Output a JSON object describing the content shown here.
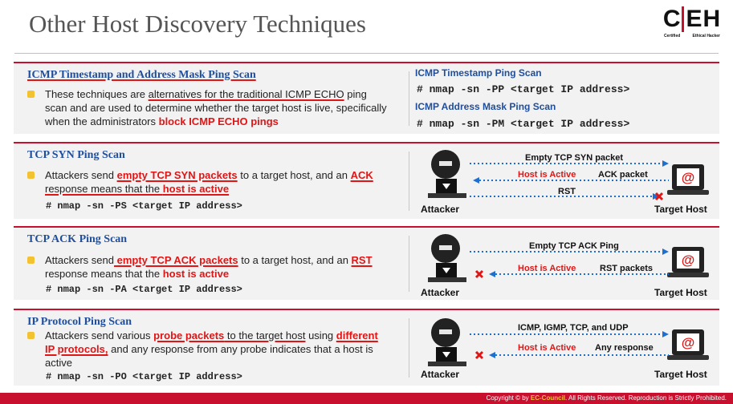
{
  "header": {
    "title": "Other Host Discovery Techniques"
  },
  "logo": {
    "c": "C",
    "eh": "EH",
    "certified": "Certified",
    "ethical_hacker": "Ethical Hacker"
  },
  "panels": [
    {
      "title": "ICMP Timestamp and Address Mask Ping Scan",
      "text_parts": [
        "These techniques are ",
        "alternatives for the traditional ICMP ECHO",
        " ping scan and are used to determine whether the target host is live, specifically when the administrators ",
        "block ICMP ECHO pings"
      ],
      "right": {
        "label1": "ICMP Timestamp Ping Scan",
        "cmd1": "# nmap -sn -PP <target IP address>",
        "label2": "ICMP Address Mask Ping Scan",
        "cmd2": "# nmap -sn -PM <target IP address>"
      }
    },
    {
      "title": "TCP SYN Ping Scan",
      "text_parts": [
        "Attackers send ",
        "empty TCP SYN packets",
        " to a target host, and an ",
        "ACK",
        " response means that the ",
        "host is active"
      ],
      "cmd": "# nmap -sn -PS <target IP address>",
      "diagram": {
        "attacker": "Attacker",
        "target": "Target Host",
        "line1": "Empty TCP SYN packet",
        "line2_left": "Host is Active",
        "line2_right": "ACK packet",
        "line3": "RST"
      }
    },
    {
      "title": "TCP ACK Ping Scan",
      "text_parts": [
        "Attackers send",
        " empty TCP ACK packets",
        " to a target host, and an ",
        "RST",
        " response means that the ",
        "host is active"
      ],
      "cmd": "# nmap -sn -PA <target IP address>",
      "diagram": {
        "attacker": "Attacker",
        "target": "Target Host",
        "line1": "Empty TCP ACK Ping",
        "line2_left": "Host is Active",
        "line2_right": "RST packets"
      }
    },
    {
      "title": "IP Protocol Ping Scan",
      "text_parts": [
        "Attackers send various ",
        "probe packets",
        " to the target host",
        " using ",
        "different IP protocols,",
        " and any response from any probe indicates that a host is active"
      ],
      "cmd": "# nmap -sn -PO <target IP address>",
      "diagram": {
        "attacker": "Attacker",
        "target": "Target Host",
        "line1": "ICMP, IGMP, TCP, and UDP",
        "line2_left": "Host is Active",
        "line2_right": "Any response"
      }
    }
  ],
  "footer": {
    "prefix": "Copyright © by ",
    "brand": "EC-Council",
    "suffix": ". All Rights Reserved. Reproduction is Strictly Prohibited."
  },
  "colors": {
    "accent_red": "#c8102e",
    "title_blue": "#1f4e9c",
    "arrow_blue": "#1f6fd0",
    "bullet_yellow": "#f2c230"
  }
}
